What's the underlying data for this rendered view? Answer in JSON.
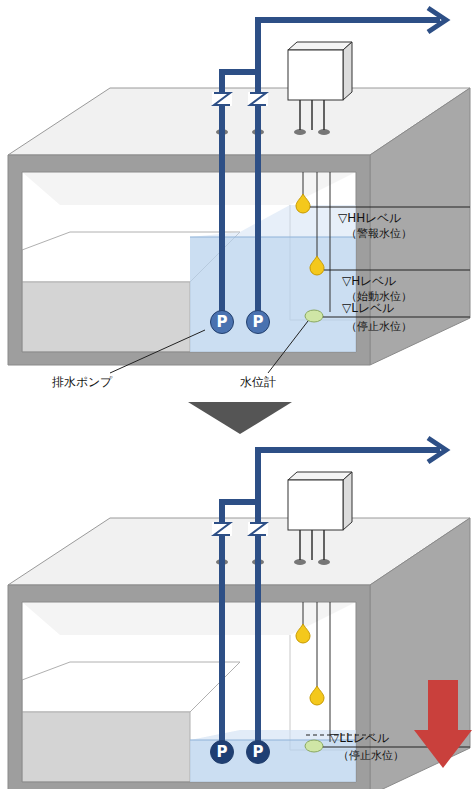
{
  "diagram": {
    "nodes": [
      {
        "text": [
          "P"
        ]
      },
      {
        "text": [
          "P"
        ]
      },
      {
        "text": [
          "P"
        ]
      },
      {
        "text": [
          "P"
        ]
      }
    ],
    "labels": [
      "▽HHレベル",
      "（警報水位）",
      "▽Hレベル",
      "（始動水位）",
      "▽Lレベル",
      "（停止水位）",
      "排水ポンプ",
      "水位計",
      "▽LLレベル",
      "（停止水位）"
    ]
  }
}
